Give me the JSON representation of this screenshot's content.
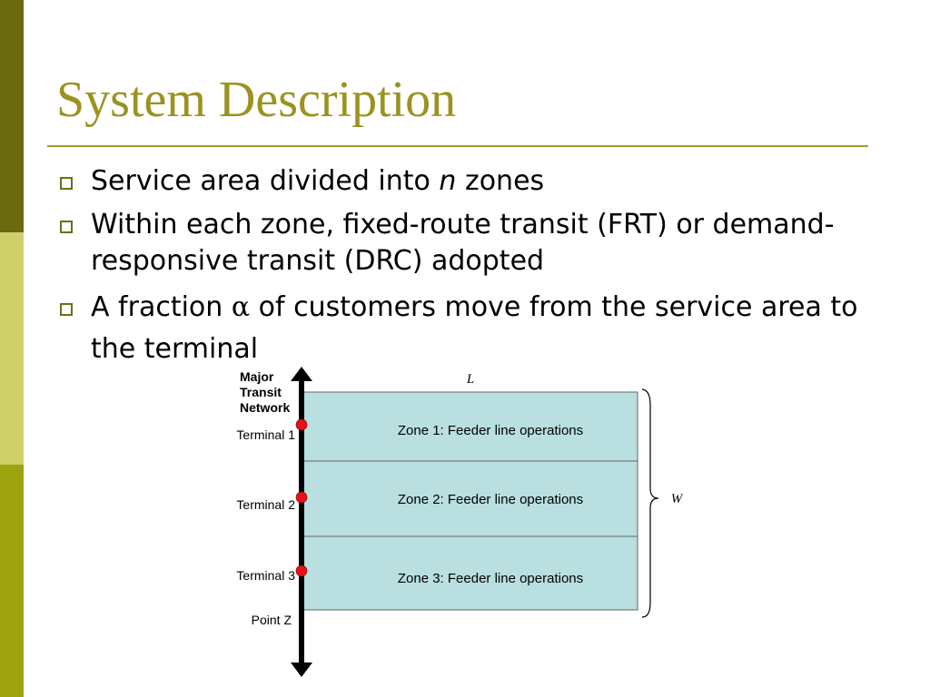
{
  "colors": {
    "title": "#9a9320",
    "rule": "#a39d24",
    "sidebar_top": "#6b6a0e",
    "sidebar_mid": "#cfd06a",
    "sidebar_bottom": "#9ea310",
    "zone_fill": "#b9dfe0",
    "terminal_dot": "#e8101a"
  },
  "slide": {
    "title": "System Description",
    "bullets": [
      {
        "before": "Service area divided into ",
        "var": "n",
        "after": " zones"
      },
      {
        "text": "Within each zone, fixed-route transit (FRT) or demand-responsive transit (DRC) adopted"
      },
      {
        "before": "A fraction ",
        "var": "α",
        "after": " of customers move from the service area to the terminal"
      }
    ]
  },
  "diagram": {
    "network_label": [
      "Major",
      "Transit",
      "Network"
    ],
    "length_label": "L",
    "width_label": "W",
    "zones": [
      "Zone 1: Feeder line operations",
      "Zone 2: Feeder line operations",
      "Zone 3: Feeder line operations"
    ],
    "terminals": [
      "Terminal 1",
      "Terminal 2",
      "Terminal 3"
    ],
    "point_label": "Point Z"
  }
}
